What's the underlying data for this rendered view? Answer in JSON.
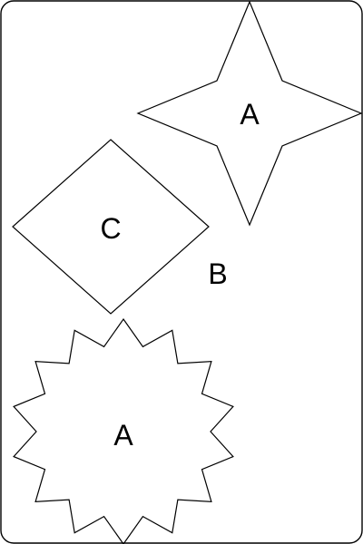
{
  "colors": {
    "stroke": "#000000",
    "background": "#ffffff"
  },
  "shapes": [
    {
      "kind": "four-point-star",
      "label": "A"
    },
    {
      "kind": "diamond",
      "label": "C"
    },
    {
      "kind": "free-label",
      "label": "B"
    },
    {
      "kind": "fourteen-point-star",
      "label": "A"
    }
  ]
}
